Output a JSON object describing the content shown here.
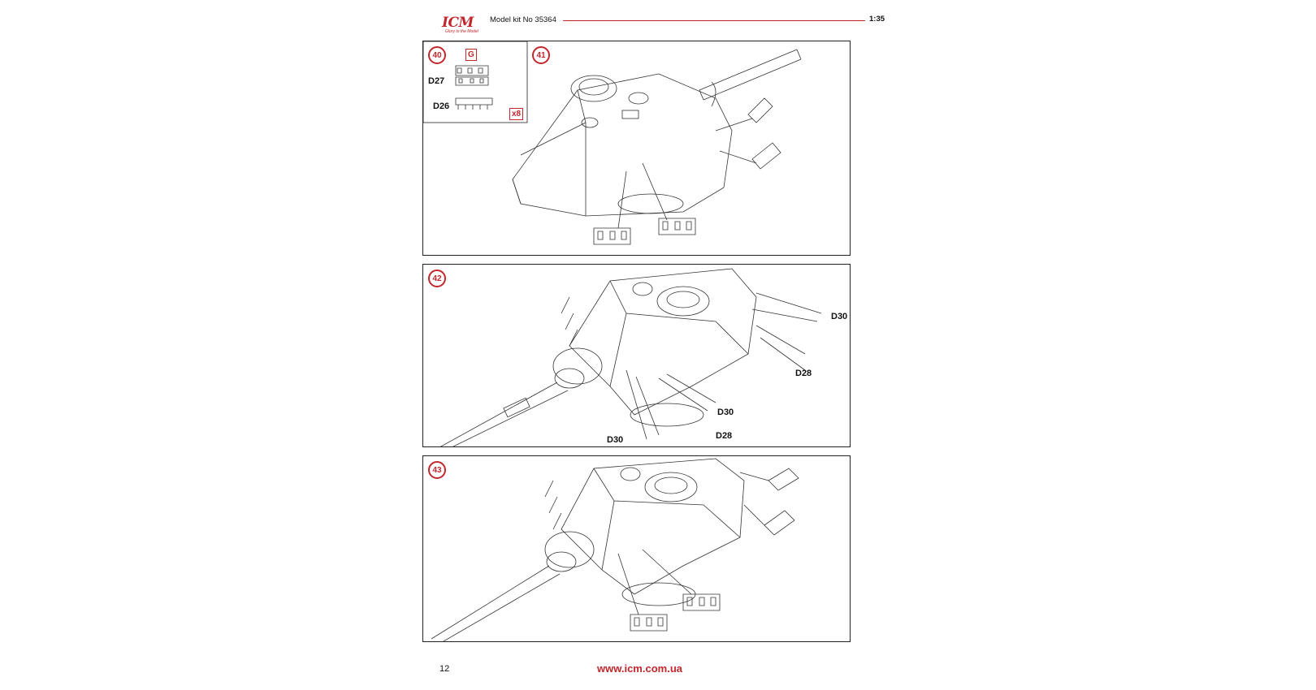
{
  "header": {
    "logo": "ICM",
    "logo_tagline": "Glory to the Model",
    "kit_title": "Model kit No 35364",
    "scale": "1:35"
  },
  "steps": [
    {
      "number": "40",
      "labels": [
        "D27",
        "D26"
      ],
      "part_box": "G",
      "multiplier": "x8"
    },
    {
      "number": "41"
    },
    {
      "number": "42",
      "labels": [
        "D30",
        "D28",
        "D30",
        "D30",
        "D28"
      ]
    },
    {
      "number": "43"
    }
  ],
  "footer": {
    "page_number": "12",
    "website": "www.icm.com.ua"
  },
  "colors": {
    "accent": "#c1272d",
    "line": "#222222"
  },
  "icons": [
    "tank-turret-drawing",
    "track-link-drawing"
  ]
}
